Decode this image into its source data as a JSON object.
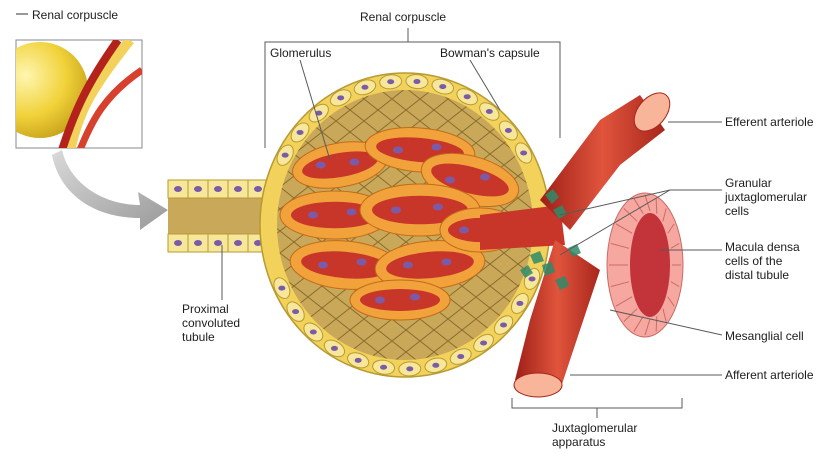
{
  "inset": {
    "label": "Renal corpuscle"
  },
  "labels": {
    "renal_corpuscle": "Renal corpuscle",
    "glomerulus": "Glomerulus",
    "bowmans_capsule": "Bowman's capsule",
    "efferent_arteriole": "Efferent arteriole",
    "granular_cells": "Granular\njuxtaglomerular\ncells",
    "macula_densa": "Macula densa\ncells of the\ndistal tubule",
    "mesanglial_cell": "Mesanglial cell",
    "afferent_arteriole": "Afferent arteriole",
    "juxtaglomerular_apparatus": "Juxtaglomerular\napparatus",
    "proximal_tubule": "Proximal\nconvoluted\ntubule"
  },
  "colors": {
    "vessel_red": "#c8362a",
    "vessel_light": "#f08a6a",
    "capsule_yellow": "#f2d25a",
    "capsule_cell": "#f7e79a",
    "nucleus_purple": "#7b5aa8",
    "space_tan": "#b89a52",
    "podocyte_orange": "#f2a23a",
    "granular_green": "#2e8b6a",
    "line_gray": "#5a5a5a"
  }
}
